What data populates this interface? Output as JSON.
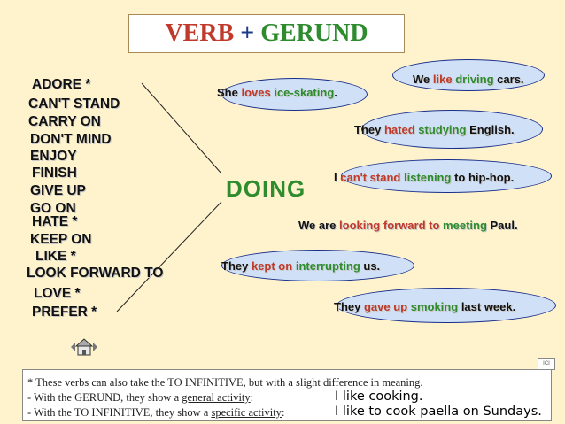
{
  "title": {
    "verb": "VERB",
    "plus": "+",
    "gerund": "GERUND"
  },
  "verbs": [
    "ADORE *",
    "CAN'T STAND",
    "CARRY ON",
    "DON'T MIND",
    "ENJOY",
    "FINISH",
    "GIVE UP",
    "GO ON",
    "HATE *",
    "KEEP ON",
    "LIKE *",
    "LOOK FORWARD TO",
    "LOVE *",
    "PREFER *"
  ],
  "center": "DOING",
  "sentences": [
    {
      "subject": "She",
      "verb": "loves",
      "gerund": "ice-skating",
      "rest": "."
    },
    {
      "subject": "We",
      "verb": "like",
      "gerund": "driving",
      "rest": "cars."
    },
    {
      "subject": "They",
      "verb": "hated",
      "gerund": "studying",
      "rest": "English."
    },
    {
      "subject": "I",
      "verb": "can't stand",
      "gerund": "listening",
      "rest": "to hip-hop."
    },
    {
      "subject": "We are",
      "verb": "looking forward to",
      "gerund": "meeting",
      "rest": "Paul."
    },
    {
      "subject": "They",
      "verb": "kept on",
      "gerund": "interrupting",
      "rest": "us."
    },
    {
      "subject": "They",
      "verb": "gave up",
      "gerund": "smoking",
      "rest": "last week."
    }
  ],
  "ici_label": "ICI",
  "note": {
    "line1": "* These verbs can also take the TO INFINITIVE, but with a slight difference in meaning.",
    "line2_pre": "- With the GERUND, they show a ",
    "line2_u": "general activity",
    "line2_post": ":",
    "line2_ex": "I like cooking.",
    "line3_pre": "- With the TO INFINITIVE, they show a ",
    "line3_u": "specific activity",
    "line3_post": ":",
    "line3_ex": "I like to cook paella on Sundays."
  },
  "colors": {
    "verb": "#c0392b",
    "gerund": "#2e8b2e",
    "ellipse_fill": "#cfe0f7",
    "ellipse_border": "#1a2f8a",
    "background": "#fff3cd"
  },
  "icons": [
    "home-icon"
  ]
}
